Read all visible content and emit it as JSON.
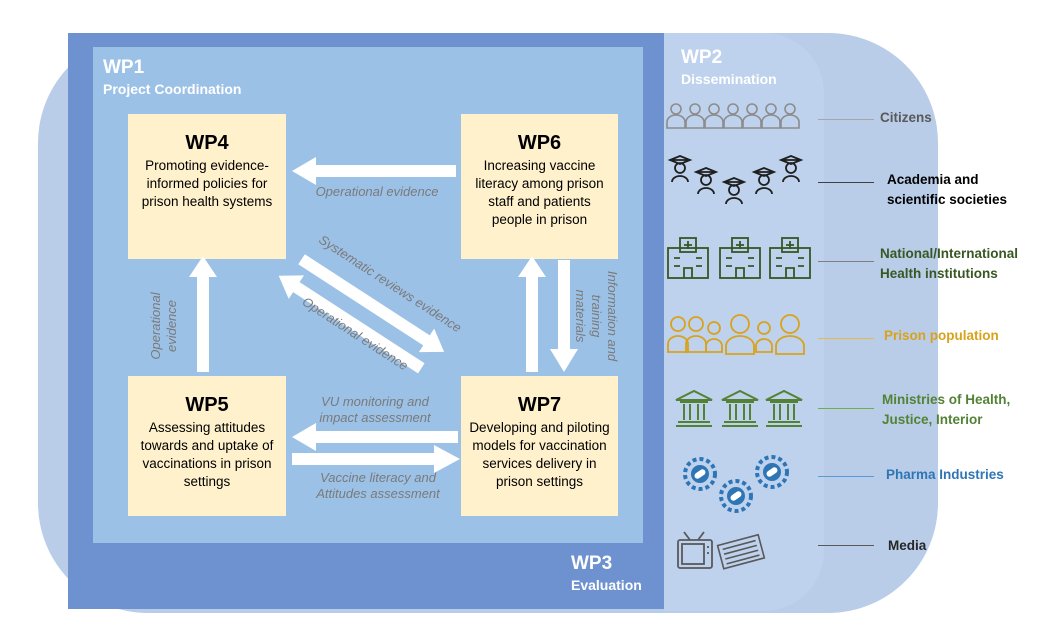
{
  "wp1": {
    "num": "WP1",
    "sub": "Project Coordination"
  },
  "wp2": {
    "num": "WP2",
    "sub": "Dissemination"
  },
  "wp3": {
    "num": "WP3",
    "sub": "Evaluation"
  },
  "boxes": {
    "wp4": {
      "title": "WP4",
      "desc": "Promoting evidence-informed policies for prison health systems"
    },
    "wp5": {
      "title": "WP5",
      "desc": "Assessing attitudes towards and uptake of vaccinations in prison settings"
    },
    "wp6": {
      "title": "WP6",
      "desc": "Increasing vaccine literacy among prison staff and patients people in prison"
    },
    "wp7": {
      "title": "WP7",
      "desc": "Developing and piloting models for vaccination services delivery in prison settings"
    }
  },
  "edges": {
    "wp6_wp4": "Operational evidence",
    "wp5_wp4_l1": "Operational",
    "wp5_wp4_l2": "evidence",
    "wp4_wp7": "Systematic reviews evidence",
    "wp7_wp4": "Operational evidence",
    "wp6_wp7_l1": "Information and",
    "wp6_wp7_l2": "training",
    "wp6_wp7_l3": "materials",
    "wp7_wp5_l1": "VU monitoring and",
    "wp7_wp5_l2": "impact assessment",
    "wp5_wp7_l1": "Vaccine literacy and",
    "wp5_wp7_l2": "Attitudes assessment"
  },
  "stakeholders": [
    {
      "l1": "Citizens",
      "l2": "",
      "color": "#595959",
      "icon": "citizens-icon"
    },
    {
      "l1": "Academia and",
      "l2": "scientific societies",
      "color": "#000000",
      "icon": "graduates-icon"
    },
    {
      "l1": "National/International",
      "l2": "Health institutions",
      "color": "#385723",
      "icon": "hospital-icon"
    },
    {
      "l1": "Prison population",
      "l2": "",
      "color": "#d9a21b",
      "icon": "prison-population-icon"
    },
    {
      "l1": "Ministries of Health,",
      "l2": "Justice, Interior",
      "color": "#548235",
      "icon": "ministry-building-icon"
    },
    {
      "l1": "Pharma Industries",
      "l2": "",
      "color": "#2e75b6",
      "icon": "pharma-gear-icon"
    },
    {
      "l1": "Media",
      "l2": "",
      "color": "#262626",
      "icon": "media-icon"
    }
  ]
}
